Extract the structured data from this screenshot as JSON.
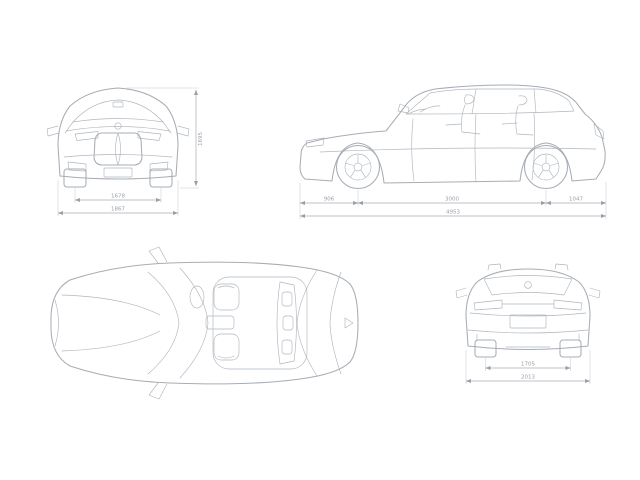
{
  "colors": {
    "background": "#ffffff",
    "car_line": "#a7adb5",
    "detail_line": "#b0b6bd",
    "dimension_line": "#a9aeb6",
    "label_text": "#9aa0a8"
  },
  "front_view": {
    "dimensions": {
      "track_width": "1678",
      "overall_width": "1867",
      "overall_height": "1695"
    }
  },
  "side_view": {
    "dimensions": {
      "front_overhang": "906",
      "wheelbase": "3000",
      "rear_overhang": "1047",
      "overall_length": "4953"
    }
  },
  "rear_view": {
    "dimensions": {
      "track_width": "1705",
      "overall_width": "2013"
    }
  }
}
